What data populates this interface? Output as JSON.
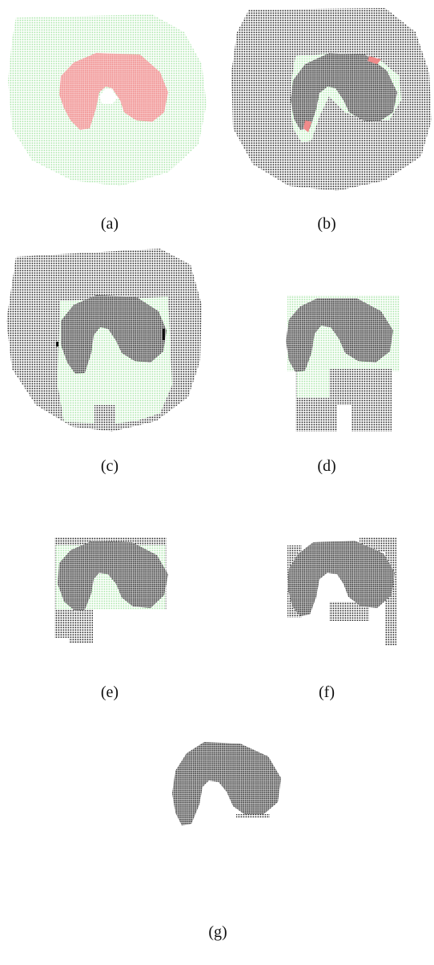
{
  "colors": {
    "background": "#ffffff",
    "region_gray": "#222222",
    "region_green": "#a8e6a8",
    "region_red": "#f08a8a",
    "caption_text": "#111111"
  },
  "panels": [
    {
      "id": "a",
      "caption": "(a)"
    },
    {
      "id": "b",
      "caption": "(b)"
    },
    {
      "id": "c",
      "caption": "(c)"
    },
    {
      "id": "d",
      "caption": "(d)"
    },
    {
      "id": "e",
      "caption": "(e)"
    },
    {
      "id": "f",
      "caption": "(f)"
    },
    {
      "id": "g",
      "caption": "(g)"
    }
  ]
}
